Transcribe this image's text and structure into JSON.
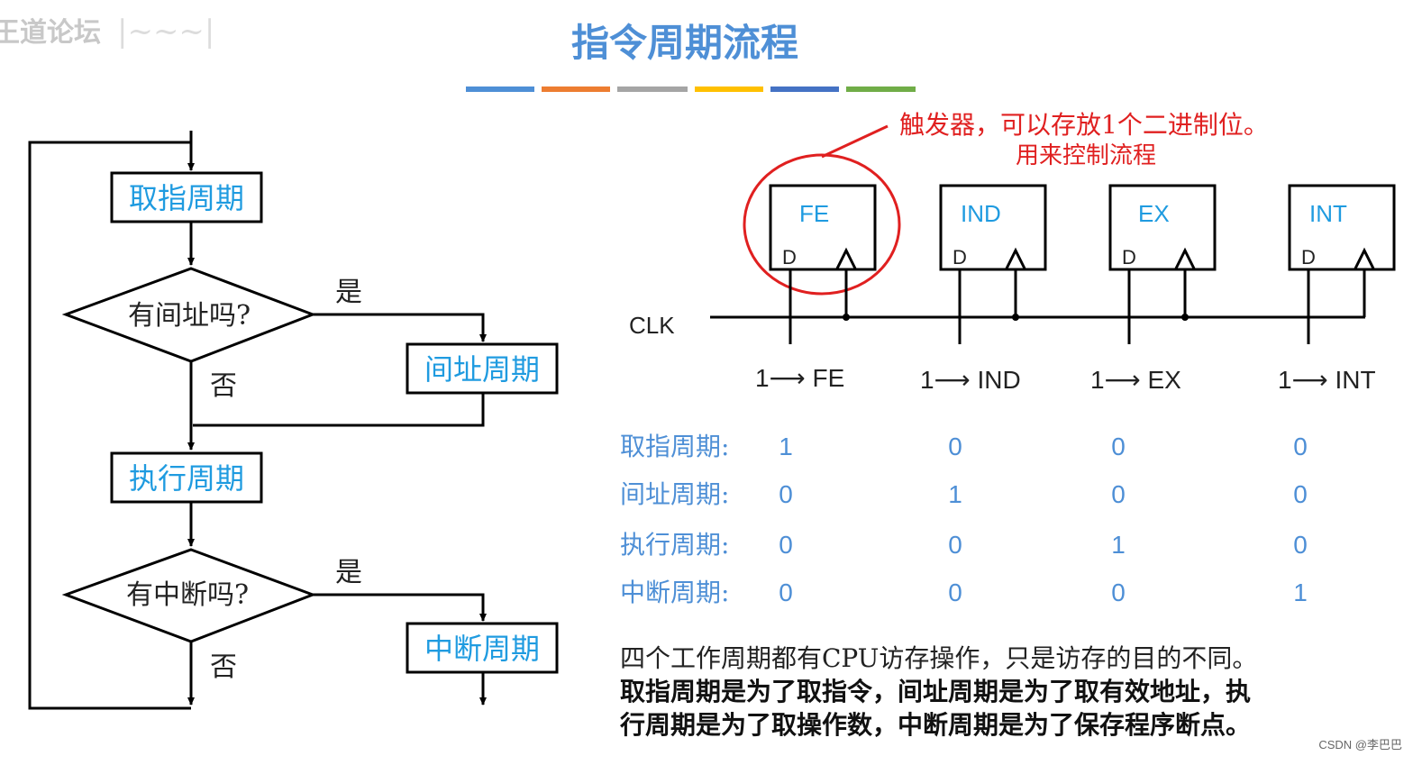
{
  "header": {
    "logo_text": "王道论坛",
    "title": "指令周期流程",
    "accent_bars": [
      "#4e8fd6",
      "#ed7d31",
      "#a5a5a5",
      "#ffc000",
      "#4472c4",
      "#70ad47"
    ]
  },
  "flowchart": {
    "fetch": "取指周期",
    "indirect_q": "有间址吗?",
    "yes1": "是",
    "no1": "否",
    "indirect": "间址周期",
    "execute": "执行周期",
    "interrupt_q": "有中断吗?",
    "yes2": "是",
    "no2": "否",
    "interrupt": "中断周期"
  },
  "flipflops": {
    "note_line1": "触发器，可以存放1个二进制位。",
    "note_line2": "用来控制流程",
    "clk_label": "CLK",
    "d_label": "D",
    "names": [
      "FE",
      "IND",
      "EX",
      "INT"
    ],
    "set_labels": [
      "1⟶ FE",
      "1⟶ IND",
      "1⟶ EX",
      "1⟶ INT"
    ]
  },
  "state_table": {
    "rows": [
      {
        "label": "取指周期:",
        "values": [
          "1",
          "0",
          "0",
          "0"
        ]
      },
      {
        "label": "间址周期:",
        "values": [
          "0",
          "1",
          "0",
          "0"
        ]
      },
      {
        "label": "执行周期:",
        "values": [
          "0",
          "0",
          "1",
          "0"
        ]
      },
      {
        "label": "中断周期:",
        "values": [
          "0",
          "0",
          "0",
          "1"
        ]
      }
    ]
  },
  "description": {
    "line1": "四个工作周期都有CPU访存操作，只是访存的目的不同。",
    "line2": "取指周期是为了取指令，间址周期是为了取有效地址，执",
    "line3": "行周期是为了取操作数，中断周期是为了保存程序断点。"
  },
  "watermark": "CSDN @李巴巴",
  "colors": {
    "title": "#4e8fd6",
    "box_text": "#1f9be0",
    "annotation": "#e02020",
    "table": "#4e8fd6"
  }
}
